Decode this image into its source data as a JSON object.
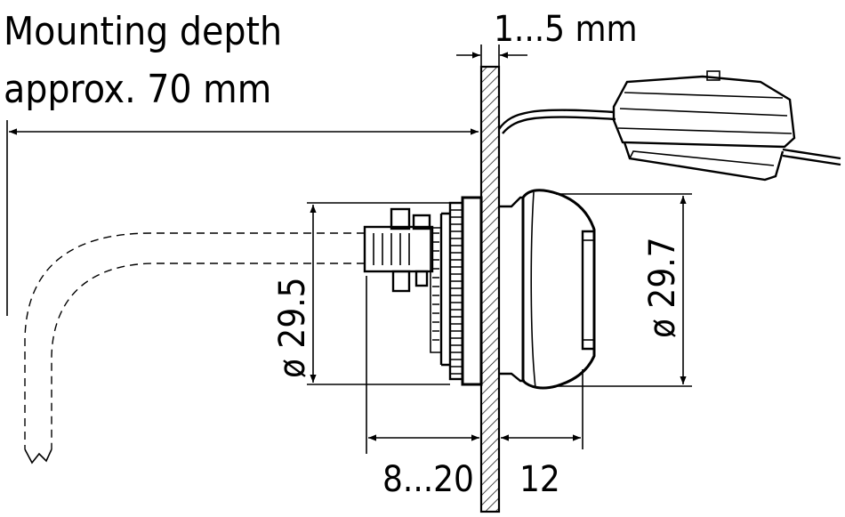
{
  "title_line1": "Mounting depth",
  "title_line2": "approx. 70 mm",
  "dim_panel_thickness": "1...5 mm",
  "dim_diameter_left": "ø 29.5",
  "dim_diameter_right": "ø 29.7",
  "dim_rear_depth": "8...20",
  "dim_front_depth": "12"
}
